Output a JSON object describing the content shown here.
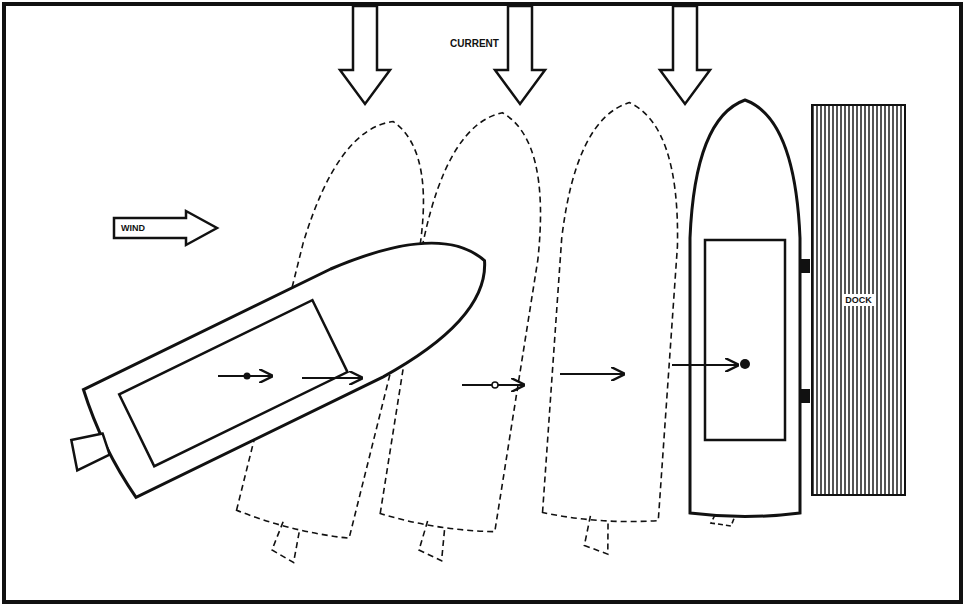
{
  "diagram": {
    "nodes": [
      {
        "text": [
          "WIND"
        ]
      },
      {
        "text": [
          "DOCK"
        ]
      }
    ],
    "labels": [
      "CURRENT"
    ]
  }
}
